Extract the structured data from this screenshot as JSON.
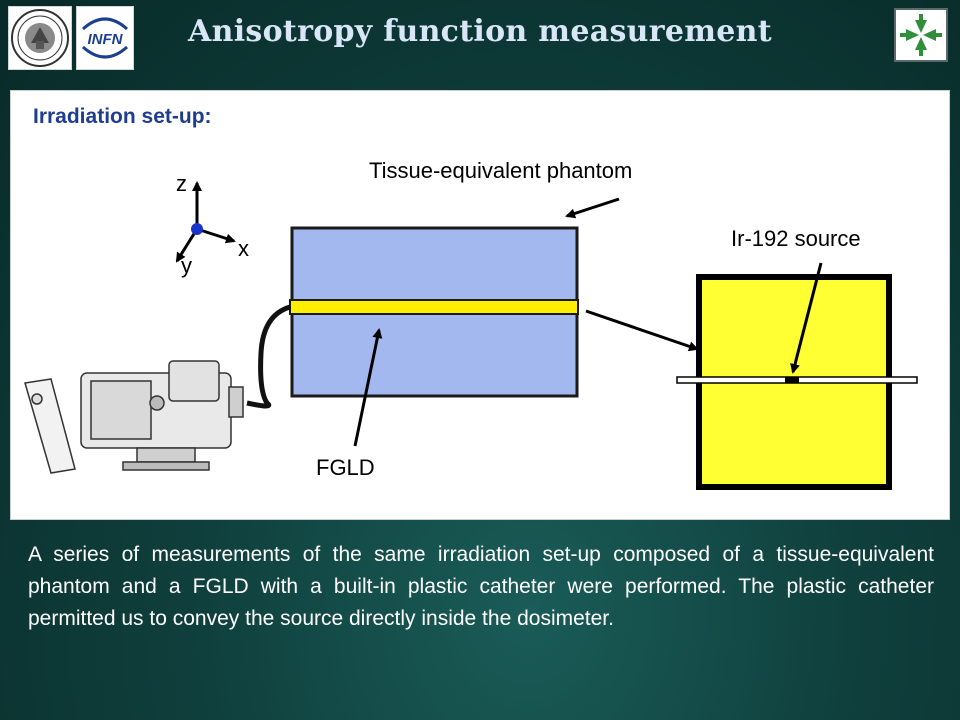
{
  "header": {
    "title": "Anisotropy function measurement",
    "logo_center_text": "INFN"
  },
  "diagram": {
    "heading": "Irradiation set-up:",
    "axes": {
      "z": "z",
      "x": "x",
      "y": "y"
    },
    "labels": {
      "phantom": "Tissue-equivalent phantom",
      "source": "Ir-192 source",
      "fgld": "FGLD"
    },
    "colors": {
      "heading": "#1f3d8f",
      "phantom_fill": "#a4b8f0",
      "fgld_fill": "#ffee00",
      "box_fill": "#ffff33",
      "axis_origin": "#1a33cc"
    }
  },
  "description": "A series of measurements of the same irradiation set-up composed of a tissue-equivalent phantom and a FGLD with a built-in plastic catheter were performed. The plastic catheter permitted us to convey the source directly inside the dosimeter."
}
